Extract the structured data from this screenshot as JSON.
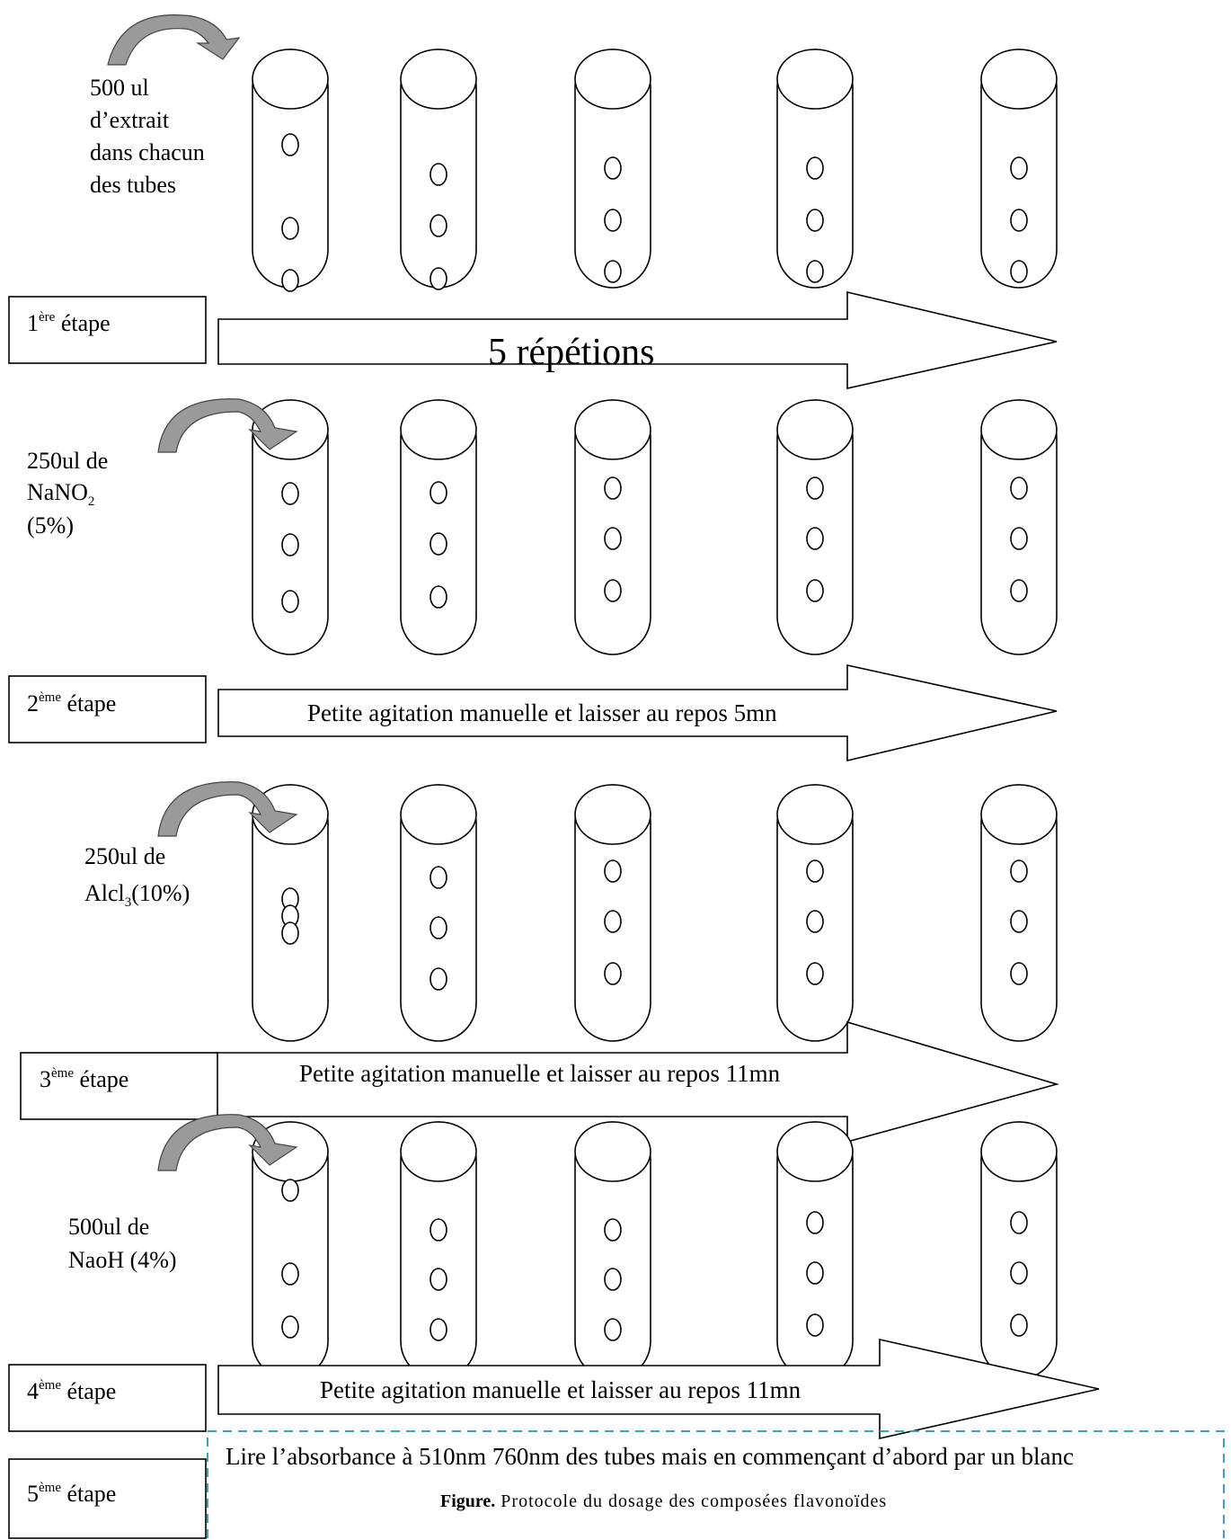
{
  "figure": {
    "caption_bold": "Figure.",
    "caption_text": " Protocole du dosage des composées flavonoïdes"
  },
  "steps": [
    {
      "num": "1",
      "sup": "ère",
      "word": " étape"
    },
    {
      "num": "2",
      "sup": "ème",
      "word": "  étape"
    },
    {
      "num": "3",
      "sup": "ème",
      "word": "  étape"
    },
    {
      "num": "4",
      "sup": "ème",
      "word": "  étape"
    },
    {
      "num": "5",
      "sup": "ème",
      "word": "  étape"
    }
  ],
  "reagents": {
    "r1": {
      "l1": "500 ul",
      "l2": "d’extrait",
      "l3": "dans chacun",
      "l4": "des tubes"
    },
    "r2": {
      "l1": "250ul de",
      "l2": "NaNO",
      "l2_sub": "2",
      "l3": "(5%)"
    },
    "r3": {
      "l1": "250ul de",
      "l2": "Alcl",
      "l2_sub": "3",
      "l2_end": "(10%)"
    },
    "r4": {
      "l1": "500ul de",
      "l2": "NaoH (4%)"
    }
  },
  "arrows": {
    "a1": "5 répétions",
    "a2": "Petite agitation manuelle et laisser au repos 5mn",
    "a3": "Petite agitation manuelle et laisser au repos 11mn",
    "a4": "Petite agitation manuelle et laisser au repos 11mn"
  },
  "reading": "Lire l’absorbance à 510nm 760nm des tubes mais en commençant d’abord par un blanc"
}
